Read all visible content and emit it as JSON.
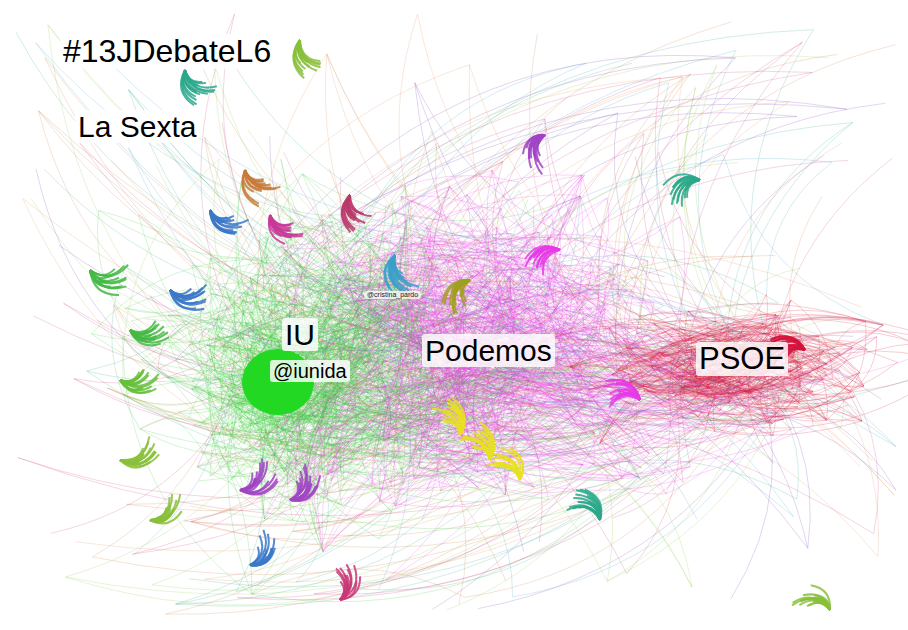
{
  "diagram": {
    "title": "#13JDebateL6",
    "labels": [
      "La Sexta",
      "IU",
      "@iunida",
      "Podemos",
      "PSOE",
      "@cristina_pardo"
    ]
  }
}
